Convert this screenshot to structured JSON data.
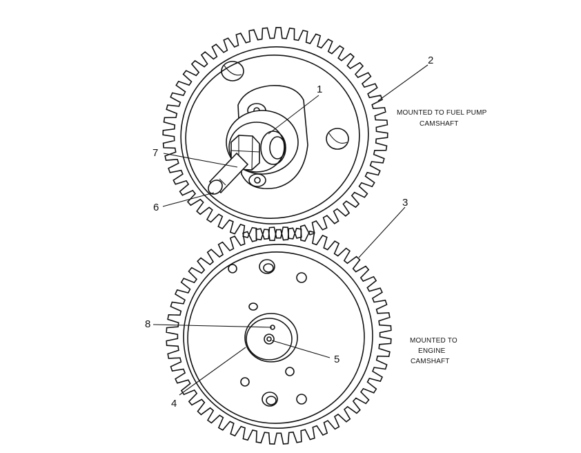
{
  "callouts": {
    "c1": "1",
    "c2": "2",
    "c3": "3",
    "c4": "4",
    "c5": "5",
    "c6": "6",
    "c7": "7",
    "c8": "8"
  },
  "captions": {
    "fuel_pump_line1": "MOUNTED TO FUEL PUMP",
    "fuel_pump_line2": "CAMSHAFT",
    "engine_line1": "MOUNTED TO",
    "engine_line2": "ENGINE",
    "engine_line3": "CAMSHAFT"
  },
  "colors": {
    "ink": "#111111",
    "background": "#ffffff"
  }
}
